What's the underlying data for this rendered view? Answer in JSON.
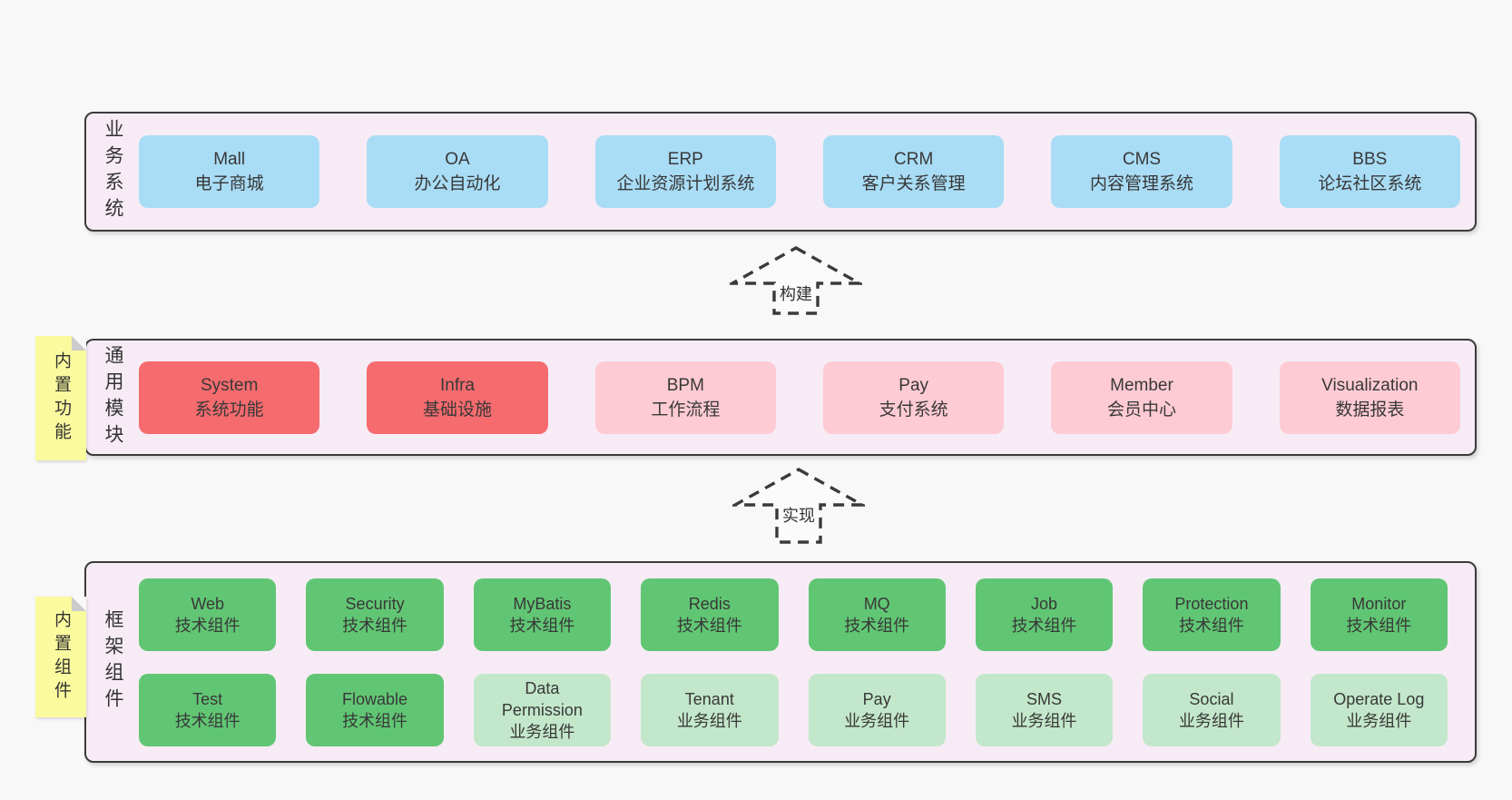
{
  "colors": {
    "page_bg": "#f8f8f8",
    "container_bg": "#f7ecf5",
    "container_border": "#3b3b3b",
    "blue_box": "#a9dcf5",
    "red_box": "#f56b6e",
    "pink_box": "#fecbd4",
    "green_box": "#61c674",
    "light_green_box": "#c3e7ca",
    "tag_yellow": "#fafa9e",
    "tag_fold": "#cbcbcb",
    "text": "#333333"
  },
  "arrows": [
    {
      "label": "构建"
    },
    {
      "label": "实现"
    }
  ],
  "layers": [
    {
      "label": "业务系统",
      "boxes": [
        {
          "en": "Mall",
          "zh": "电子商城"
        },
        {
          "en": "OA",
          "zh": "办公自动化"
        },
        {
          "en": "ERP",
          "zh": "企业资源计划系统"
        },
        {
          "en": "CRM",
          "zh": "客户关系管理"
        },
        {
          "en": "CMS",
          "zh": "内容管理系统"
        },
        {
          "en": "BBS",
          "zh": "论坛社区系统"
        }
      ]
    },
    {
      "label": "通用模块",
      "tag": "内置功能",
      "boxes": [
        {
          "en": "System",
          "zh": "系统功能"
        },
        {
          "en": "Infra",
          "zh": "基础设施"
        },
        {
          "en": "BPM",
          "zh": "工作流程"
        },
        {
          "en": "Pay",
          "zh": "支付系统"
        },
        {
          "en": "Member",
          "zh": "会员中心"
        },
        {
          "en": "Visualization",
          "zh": "数据报表"
        }
      ]
    },
    {
      "label": "框架组件",
      "tag": "内置组件",
      "boxes": [
        {
          "en": "Web",
          "zh": "技术组件"
        },
        {
          "en": "Security",
          "zh": "技术组件"
        },
        {
          "en": "MyBatis",
          "zh": "技术组件"
        },
        {
          "en": "Redis",
          "zh": "技术组件"
        },
        {
          "en": "MQ",
          "zh": "技术组件"
        },
        {
          "en": "Job",
          "zh": "技术组件"
        },
        {
          "en": "Protection",
          "zh": "技术组件"
        },
        {
          "en": "Monitor",
          "zh": "技术组件"
        },
        {
          "en": "Test",
          "zh": "技术组件"
        },
        {
          "en": "Flowable",
          "zh": "技术组件"
        },
        {
          "en": "Data Permission",
          "zh": "业务组件"
        },
        {
          "en": "Tenant",
          "zh": "业务组件"
        },
        {
          "en": "Pay",
          "zh": "业务组件"
        },
        {
          "en": "SMS",
          "zh": "业务组件"
        },
        {
          "en": "Social",
          "zh": "业务组件"
        },
        {
          "en": "Operate Log",
          "zh": "业务组件"
        }
      ]
    }
  ]
}
